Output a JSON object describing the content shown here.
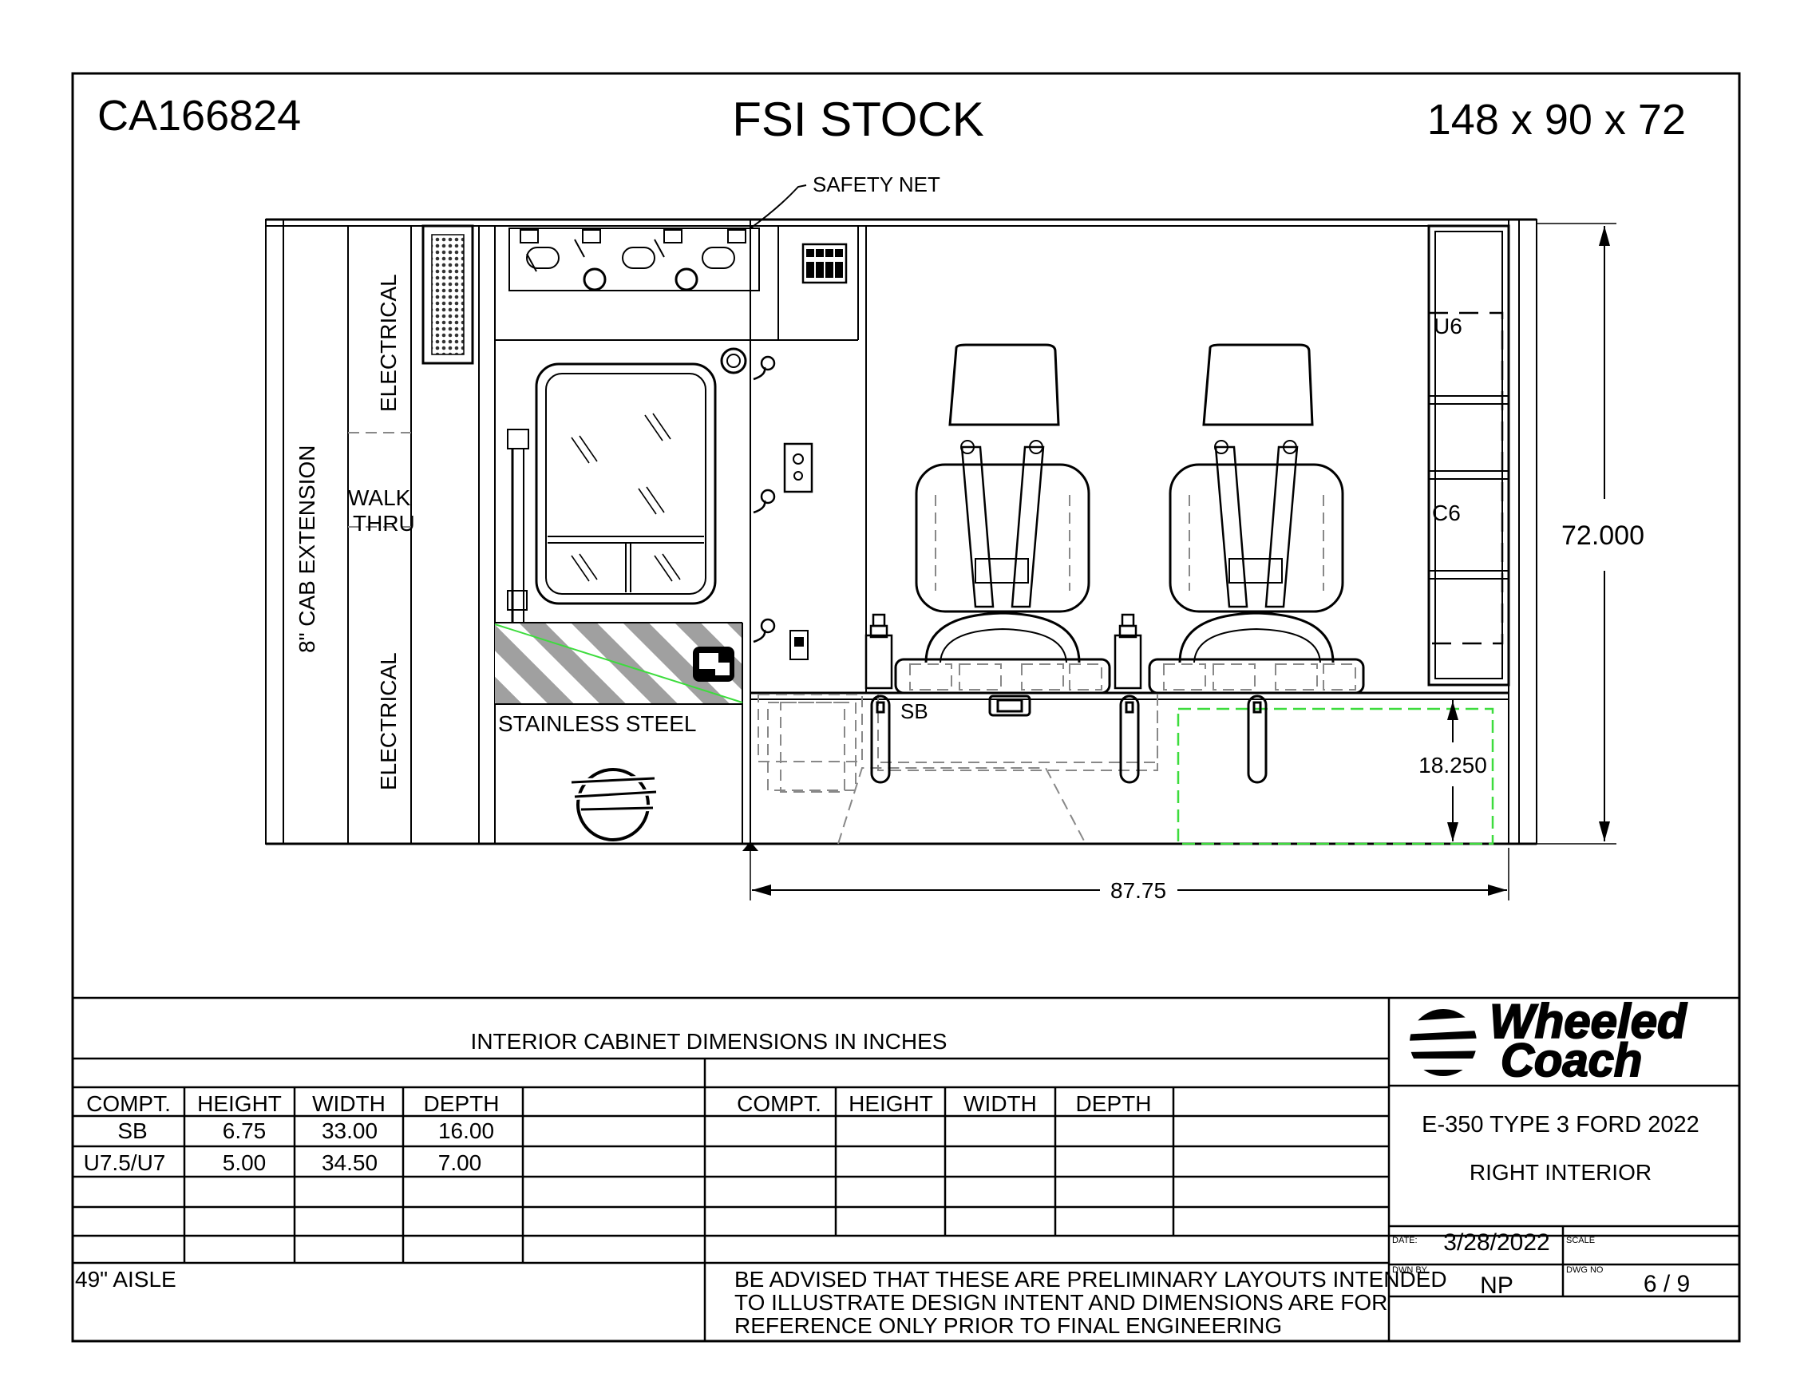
{
  "header": {
    "job_number": "CA166824",
    "title": "FSI STOCK",
    "dimensions": "148 x 90 x 72"
  },
  "drawing": {
    "labels": {
      "safety_net": "SAFETY NET",
      "cab_extension": "8\" CAB EXTENSION",
      "electrical_upper": "ELECTRICAL",
      "walk": "WALK",
      "thru": "THRU",
      "electrical_lower": "ELECTRICAL",
      "stainless_steel": "STAINLESS STEEL",
      "sb": "SB",
      "u6": "U6",
      "c6": "C6"
    },
    "dims": {
      "height": "72.000",
      "bench_height": "18.250",
      "length": "87.75"
    },
    "colors": {
      "line": "#000000",
      "hatch": "#9a9a9a",
      "green": "#3ddc3d",
      "dashed": "#888888"
    }
  },
  "table": {
    "caption": "INTERIOR CABINET DIMENSIONS IN INCHES",
    "headers": [
      "COMPT.",
      "HEIGHT",
      "WIDTH",
      "DEPTH"
    ],
    "left_rows": [
      [
        "SB",
        "6.75",
        "33.00",
        "16.00"
      ],
      [
        "U7.5/U7",
        "5.00",
        "34.50",
        "7.00"
      ]
    ],
    "notes": "49\" AISLE",
    "disclaimer": [
      "BE ADVISED THAT THESE ARE PRELIMINARY LAYOUTS INTENDED",
      "TO ILLUSTRATE DESIGN INTENT AND DIMENSIONS  ARE FOR",
      "REFERENCE ONLY PRIOR TO FINAL ENGINEERING"
    ]
  },
  "title_block": {
    "logo_line1": "Wheeled",
    "logo_line2": "Coach",
    "model": "E-350 TYPE 3 FORD 2022",
    "view": "RIGHT INTERIOR",
    "date_label": "DATE:",
    "date": "3/28/2022",
    "scale_label": "SCALE",
    "drawn_by_label": "DWN BY",
    "drawn_by": "NP",
    "drawing_no_label": "DWG NO",
    "sheet": "6 / 9"
  }
}
